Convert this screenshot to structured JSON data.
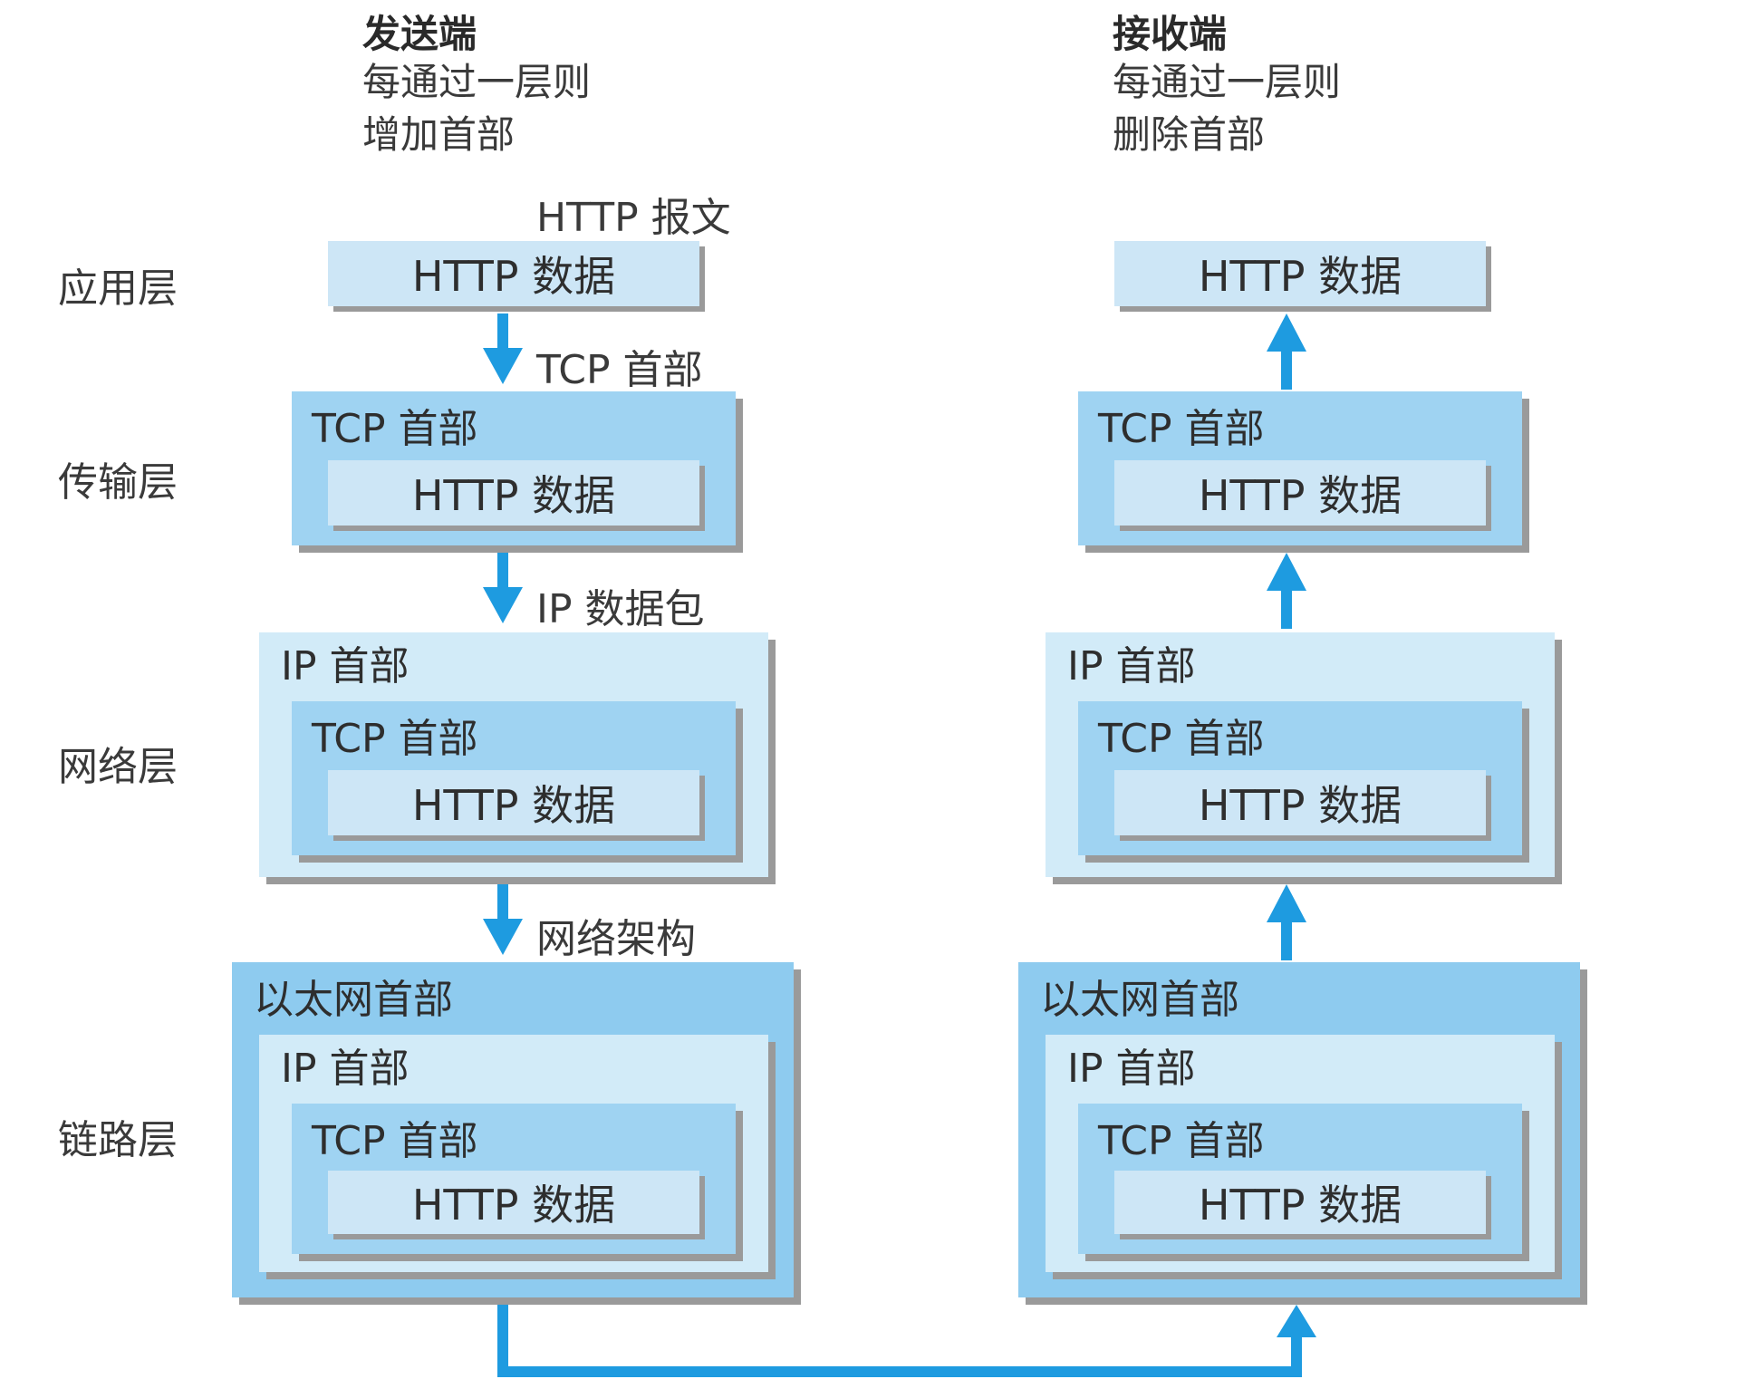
{
  "sender": {
    "title": "发送端",
    "note_line1": "每通过一层则",
    "note_line2": "增加首部"
  },
  "receiver": {
    "title": "接收端",
    "note_line1": "每通过一层则",
    "note_line2": "删除首部"
  },
  "layers": {
    "application": "应用层",
    "transport": "传输层",
    "network": "网络层",
    "link": "链路层"
  },
  "arrow_labels": {
    "http_message": "HTTP 报文",
    "tcp_header": "TCP 首部",
    "ip_packet": "IP 数据包",
    "network_architecture": "网络架构"
  },
  "blocks": {
    "http_data": "HTTP 数据",
    "tcp_header": "TCP 首部",
    "ip_header": "IP 首部",
    "ethernet_header": "以太网首部"
  },
  "colors": {
    "arrow": "#1e9be0",
    "http_box": "#cde6f6",
    "tcp_box": "#9fd3f2",
    "ip_box": "#d2ebf8",
    "ethernet_box": "#8ecbef",
    "shadow": "#9a9a9a"
  }
}
